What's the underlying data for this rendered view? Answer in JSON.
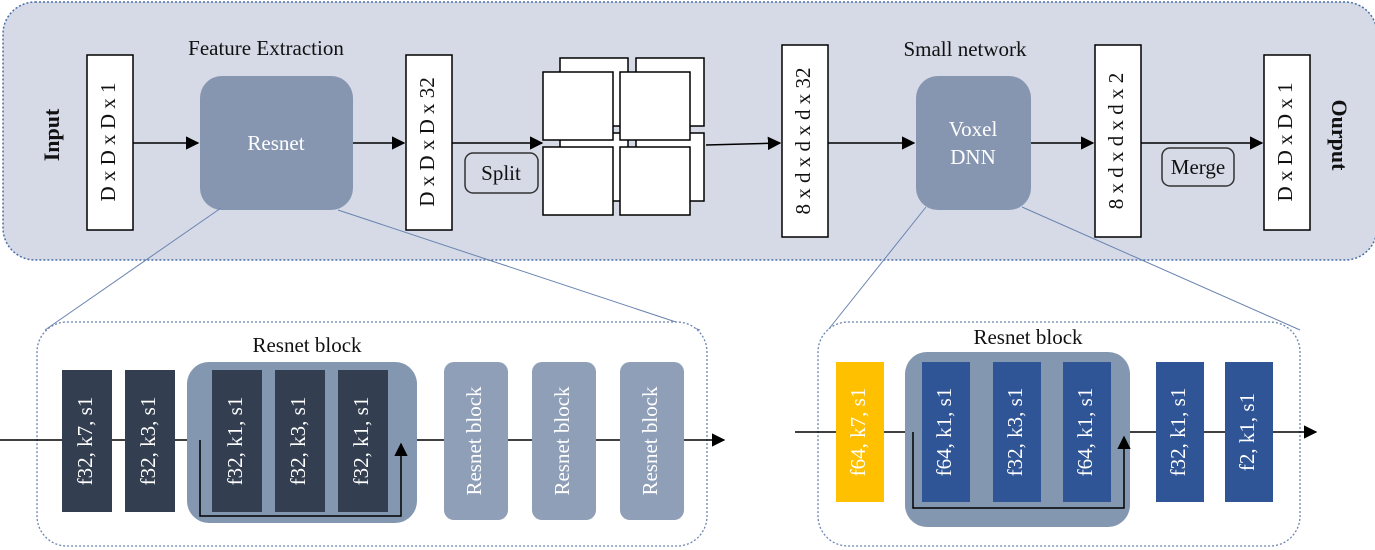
{
  "top": {
    "input_label": "Input",
    "output_label": "Ourput",
    "feature_extraction_title": "Feature Extraction",
    "small_network_title": "Small network",
    "tensor_input": "D x D x D x 1",
    "resnet_label": "Resnet",
    "tensor_features": "D x D x D x 32",
    "split_label": "Split",
    "tensor_split": "8 x d x d x d x 32",
    "voxel_dnn_line1": "Voxel",
    "voxel_dnn_line2": "DNN",
    "tensor_dnn_out": "8 x d x d x d x 2",
    "merge_label": "Merge",
    "tensor_output": "D x D x D x 1"
  },
  "feature_detail": {
    "block_title": "Resnet block",
    "layers": [
      "f32, k7, s1",
      "f32, k3, s1"
    ],
    "block_layers": [
      "f32, k1, s1",
      "f32, k3, s1",
      "f32, k1, s1"
    ],
    "repeat_blocks": [
      "Resnet block",
      "Resnet block",
      "Resnet block"
    ]
  },
  "dnn_detail": {
    "block_title": "Resnet block",
    "first_layer": "f64, k7, s1",
    "block_layers": [
      "f64, k1, s1",
      "f32, k3, s1",
      "f64, k1, s1"
    ],
    "tail_layers": [
      "f32, k1, s1",
      "f2, k1, s1"
    ]
  },
  "colors": {
    "top_panel": "#d5dae6",
    "panel_border": "#4a6fa5",
    "resnet_box": "#8796b0",
    "dark_layer": "#333f50",
    "blue_layer": "#2f5597",
    "block_group": "#8497b0",
    "yellow_layer": "#ffc000",
    "light_block": "#8f9fb8"
  }
}
